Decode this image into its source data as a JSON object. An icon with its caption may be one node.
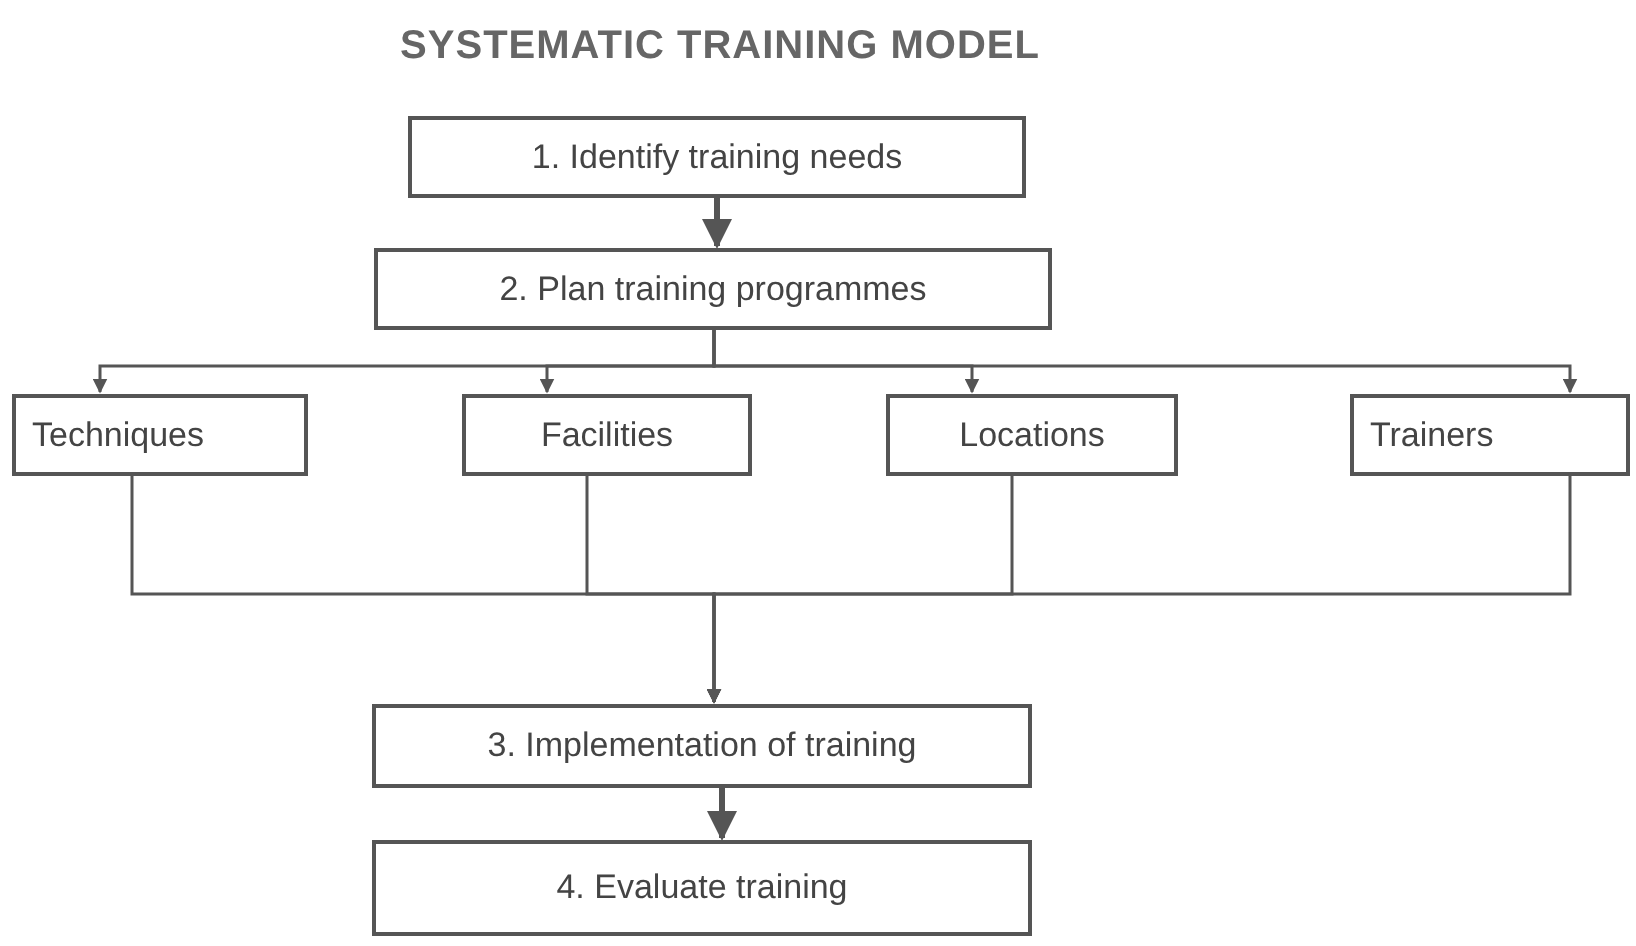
{
  "diagram": {
    "title": "SYSTEMATIC TRAINING MODEL",
    "nodes": [
      {
        "text": [
          "1. Identify training needs"
        ]
      },
      {
        "text": [
          "2. Plan training programmes"
        ]
      },
      {
        "text": [
          "Techniques"
        ]
      },
      {
        "text": [
          "Facilities"
        ]
      },
      {
        "text": [
          "Locations"
        ]
      },
      {
        "text": [
          "Trainers"
        ]
      },
      {
        "text": [
          "3. Implementation of training"
        ]
      },
      {
        "text": [
          "4. Evaluate training"
        ]
      }
    ],
    "edges": [
      {
        "from": 0,
        "to": 1,
        "arrow": "to",
        "style": "thick"
      },
      {
        "from": 1,
        "to": 2,
        "arrow": "to"
      },
      {
        "from": 1,
        "to": 3,
        "arrow": "to"
      },
      {
        "from": 1,
        "to": 4,
        "arrow": "to"
      },
      {
        "from": 1,
        "to": 5,
        "arrow": "to"
      },
      {
        "from": 2,
        "to": 6,
        "arrow": "to"
      },
      {
        "from": 3,
        "to": 6,
        "arrow": "to"
      },
      {
        "from": 4,
        "to": 6,
        "arrow": "to"
      },
      {
        "from": 5,
        "to": 6,
        "arrow": "to"
      },
      {
        "from": 6,
        "to": 7,
        "arrow": "to",
        "style": "thick"
      }
    ]
  }
}
